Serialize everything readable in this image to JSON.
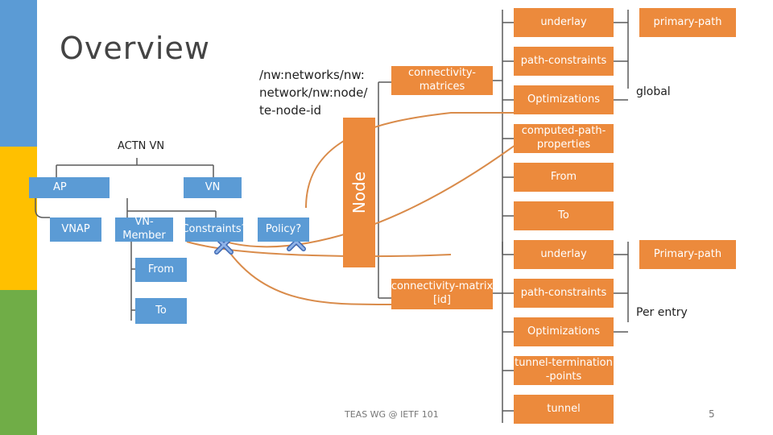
{
  "slide": {
    "title": "Overview",
    "footer": "TEAS WG @ IETF 101",
    "page_number": "5",
    "colors": {
      "strip_blue": "#5b9bd5",
      "strip_yellow": "#ffc000",
      "strip_green": "#70ad47",
      "box_orange": "#ec8a3c",
      "box_blue": "#5b9bd5",
      "line": "#d98b4a",
      "cross": "#6a8fd0"
    }
  },
  "path": {
    "text": "/nw:networks/nw:\nnetwork/nw:node/\nte-node-id"
  },
  "node": {
    "label": "Node"
  },
  "vn_tree": {
    "root": "ACTN VN",
    "ap": "AP",
    "vn": "VN",
    "vnap": "VNAP",
    "vn_member": "VN-Member",
    "constraints": "Constraints?",
    "policy": "Policy?",
    "from": "From",
    "to": "To"
  },
  "node_tree": {
    "connectivity_matrices": "connectivity-\nmatrices",
    "connectivity_matrix": "connectivity-matrix\n[id]",
    "top_items": {
      "underlay": "underlay",
      "path_constraints": "path-constraints",
      "optimizations": "Optimizations",
      "computed_path_properties": "computed-path-\nproperties",
      "from": "From",
      "to": "To"
    },
    "primary_path": "primary-path",
    "global": "global",
    "bottom_items": {
      "underlay": "underlay",
      "path_constraints": "path-constraints",
      "optimizations": "Optimizations",
      "tunnel_termination_points": "tunnel-termination\n-points",
      "tunnel": "tunnel"
    },
    "primary_path_2": "Primary-path",
    "per_entry": "Per entry"
  }
}
